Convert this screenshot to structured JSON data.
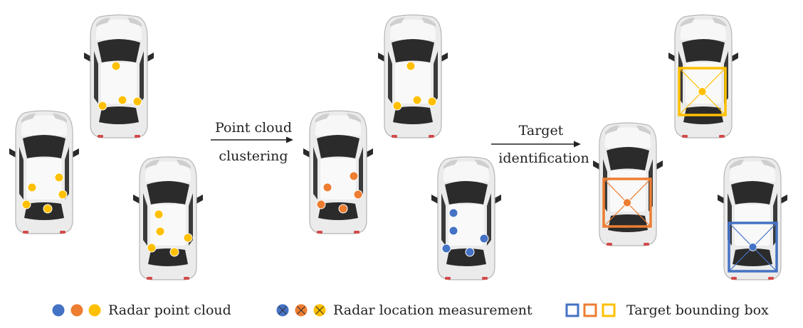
{
  "steps": {
    "clustering": {
      "line1": "Point cloud",
      "line2": "clustering"
    },
    "identification": {
      "line1": "Target",
      "line2": "identification"
    }
  },
  "legend": {
    "point_cloud": "Radar point cloud",
    "location_measurement": "Radar location measurement",
    "bounding_box": "Target bounding box"
  },
  "colors": {
    "blue": "#4472c4",
    "orange": "#ed7d31",
    "yellow": "#ffc000",
    "car_body": "#e9e9e9",
    "glass": "#2b2b2b"
  }
}
